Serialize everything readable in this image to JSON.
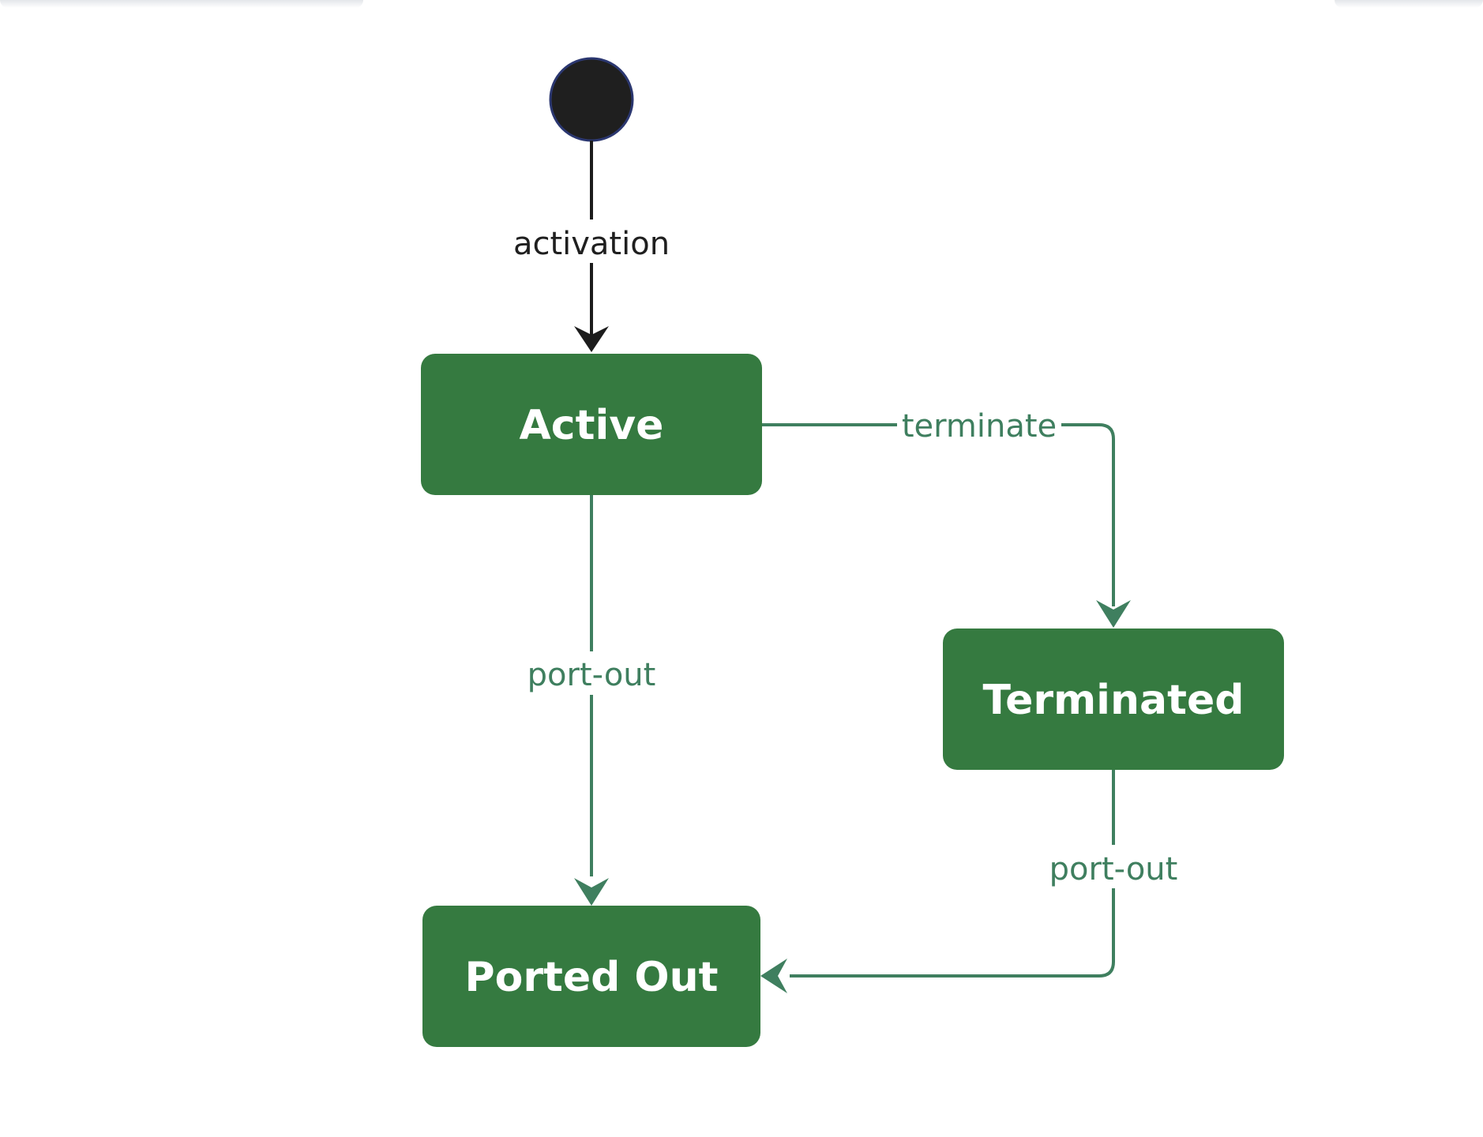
{
  "colors": {
    "state_fill": "#357a40",
    "state_text": "#ffffff",
    "transition": "#3f7f5f",
    "initial_fill": "#1f1f1f",
    "initial_stroke": "#2b3770",
    "initial_transition": "#1c1c1c"
  },
  "states": {
    "active": "Active",
    "terminated": "Terminated",
    "ported_out": "Ported Out"
  },
  "transitions": {
    "activation": "activation",
    "terminate": "terminate",
    "port_out_from_active": "port-out",
    "port_out_from_terminated": "port-out"
  }
}
